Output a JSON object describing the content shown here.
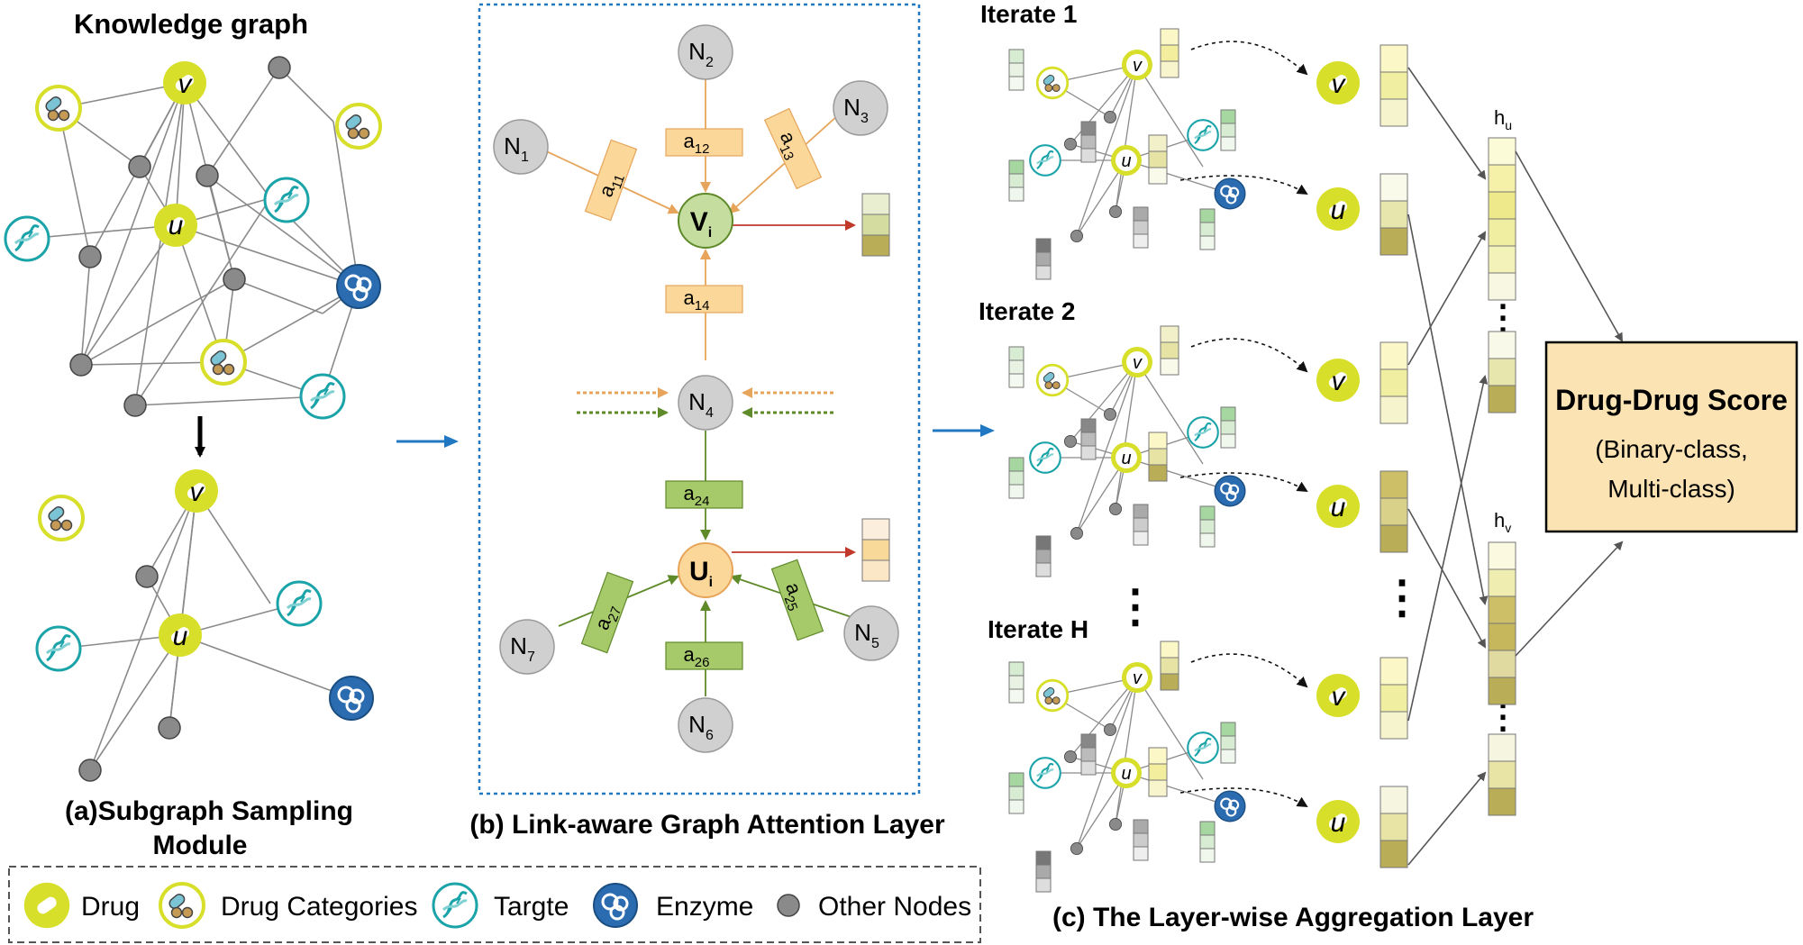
{
  "panel_a": {
    "title": "Knowledge graph",
    "caption_line1": "(a)Subgraph Sampling",
    "caption_line2": "Module",
    "node_v": "v",
    "node_u": "u"
  },
  "panel_b": {
    "caption": "(b) Link-aware Graph Attention Layer",
    "N": "N",
    "nodes": {
      "n1": "1",
      "n2": "2",
      "n3": "3",
      "n4": "4",
      "n5": "5",
      "n6": "6",
      "n7": "7"
    },
    "V": "V",
    "U": "U",
    "i": "i",
    "a": "a",
    "attn": {
      "a11": "11",
      "a12": "12",
      "a13": "13",
      "a14": "14",
      "a24": "24",
      "a25": "25",
      "a26": "26",
      "a27": "27"
    }
  },
  "panel_c": {
    "caption": "(c) The Layer-wise Aggregation Layer",
    "iterate_1": "Iterate 1",
    "iterate_2": "Iterate 2",
    "iterate_h": "Iterate H",
    "v": "v",
    "u": "u",
    "h": "h",
    "hu_sub": "u",
    "hv_sub": "v",
    "ellipsis": "⋮"
  },
  "score_box": {
    "title": "Drug-Drug Score",
    "line1": "(Binary-class,",
    "line2": "Multi-class)"
  },
  "legend": {
    "drug": "Drug",
    "drug_categories": "Drug Categories",
    "target": "Targte",
    "enzyme": "Enzyme",
    "other": "Other Nodes"
  },
  "colors": {
    "drug": "#d7df2a",
    "target": "#1aa3a8",
    "enzyme": "#2b6cb0",
    "other": "#8a8a8a",
    "orange_box": "#fbd79a",
    "green_box": "#a6c96a",
    "arrow_blue": "#1f78c1",
    "score_bg": "#fbe3b4"
  }
}
